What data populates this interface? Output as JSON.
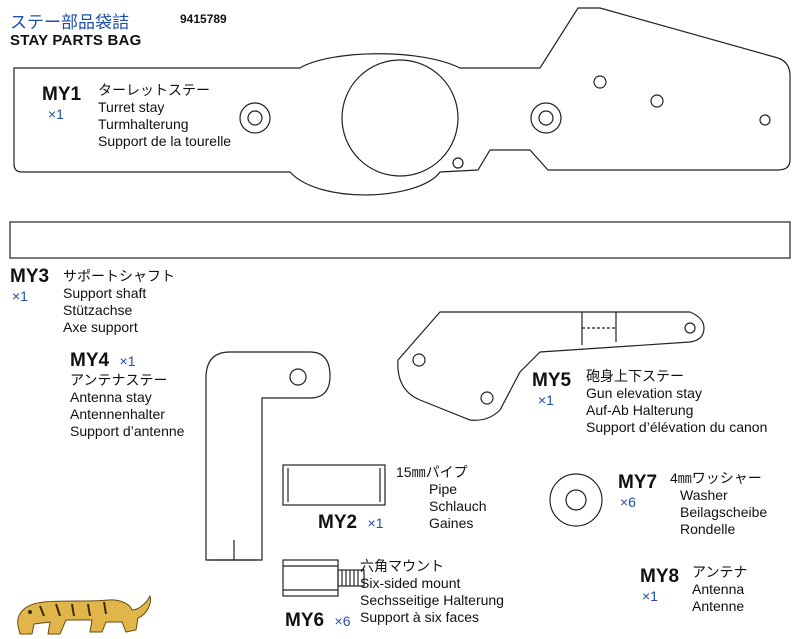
{
  "header": {
    "title_jp": "ステー部品袋詰",
    "part_number": "9415789",
    "title_en": "STAY PARTS BAG"
  },
  "parts": [
    {
      "code": "MY1",
      "qty": "×1",
      "name_jp": "ターレットステー",
      "names": [
        "Turret stay",
        "Turmhalterung",
        "Support de la tourelle"
      ]
    },
    {
      "code": "MY3",
      "qty": "×1",
      "name_jp": "サポートシャフト",
      "names": [
        "Support shaft",
        "Stützachse",
        "Axe support"
      ]
    },
    {
      "code": "MY4",
      "qty": "×1",
      "name_jp": "アンテナステー",
      "names": [
        "Antenna stay",
        "Antennenhalter",
        "Support d’antenne"
      ]
    },
    {
      "code": "MY5",
      "qty": "×1",
      "name_jp": "砲身上下ステー",
      "names": [
        "Gun elevation stay",
        "Auf-Ab Halterung",
        "Support d’élévation du canon"
      ]
    },
    {
      "code": "MY2",
      "qty": "×1",
      "name_jp": "15㎜パイプ",
      "names": [
        "Pipe",
        "Schlauch",
        "Gaines"
      ]
    },
    {
      "code": "MY7",
      "qty": "×6",
      "name_jp": "4㎜ワッシャー",
      "names": [
        "Washer",
        "Beilagscheibe",
        "Rondelle"
      ]
    },
    {
      "code": "MY6",
      "qty": "×6",
      "name_jp": "六角マウント",
      "names": [
        "Six-sided mount",
        "Sechsseitige Halterung",
        "Support à six faces"
      ]
    },
    {
      "code": "MY8",
      "qty": "×1",
      "name_jp": "アンテナ",
      "names": [
        "Antenna",
        "Antenne"
      ]
    }
  ],
  "colors": {
    "accent_blue": "#1f4fa8",
    "line": "#222222",
    "logo": "#e0b64a"
  }
}
